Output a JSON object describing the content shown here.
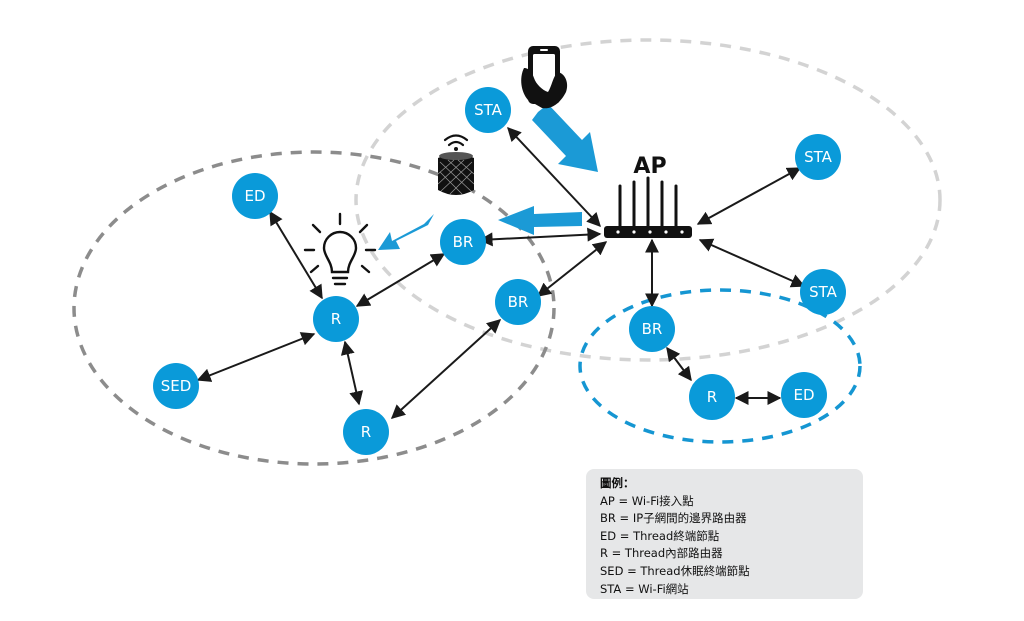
{
  "nodes": {
    "sta_top": "STA",
    "sta_right_top": "STA",
    "sta_right_bottom": "STA",
    "ed_left": "ED",
    "br_left": "BR",
    "br_mid": "BR",
    "br_right": "BR",
    "r_center": "R",
    "r_bottom": "R",
    "r_right": "R",
    "sed": "SED",
    "ed_right": "ED"
  },
  "ap_label": "AP",
  "legend": {
    "title": "圖例：",
    "items": [
      "AP = Wi-Fi接入點",
      "BR = IP子網間的邊界路由器",
      "ED = Thread終端節點",
      "R = Thread內部路由器",
      "SED = Thread休眠終端節點",
      "STA = Wi-Fi網站"
    ]
  },
  "colors": {
    "node": "#0a9ad9",
    "wifi_zone": "#d3d3d3",
    "thread_zone": "#8c8c8c",
    "subnet_zone": "#1596d2",
    "flow_arrow": "#1b9ad6",
    "link": "#1a1a1a"
  },
  "icons": [
    "smartphone-icon",
    "smart-speaker-icon",
    "light-bulb-icon",
    "router-icon"
  ]
}
